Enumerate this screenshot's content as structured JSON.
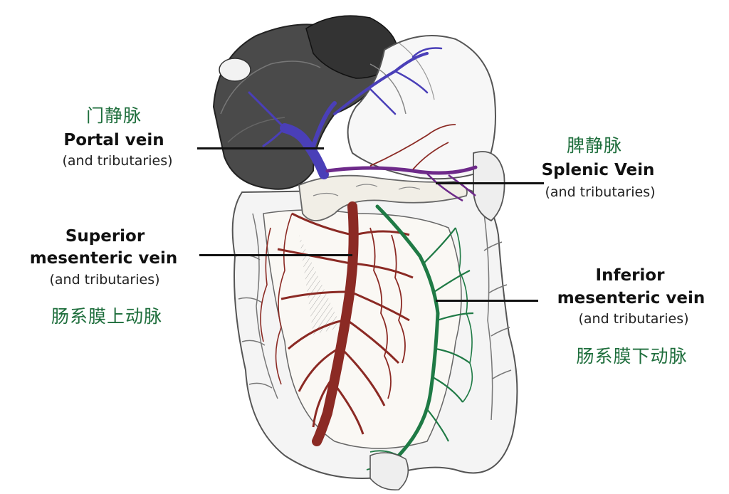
{
  "labels": {
    "portal": {
      "zh": "门静脉",
      "en": "Portal vein",
      "sub": "(and tributaries)"
    },
    "splenic": {
      "zh": "脾静脉",
      "en": "Splenic Vein",
      "sub": "(and tributaries)"
    },
    "superior": {
      "zh": "肠系膜上动脉",
      "en1": "Superior",
      "en2": "mesenteric vein",
      "sub": "(and tributaries)"
    },
    "inferior": {
      "zh": "肠系膜下动脉",
      "en1": "Inferior",
      "en2": "mesenteric vein",
      "sub": "(and tributaries)"
    }
  },
  "colors": {
    "portal": "#4a3fb8",
    "superior": "#8b2a24",
    "inferior": "#1f7a45",
    "chinese_text": "#1e6e3c",
    "liver": "#3c3c3c"
  }
}
